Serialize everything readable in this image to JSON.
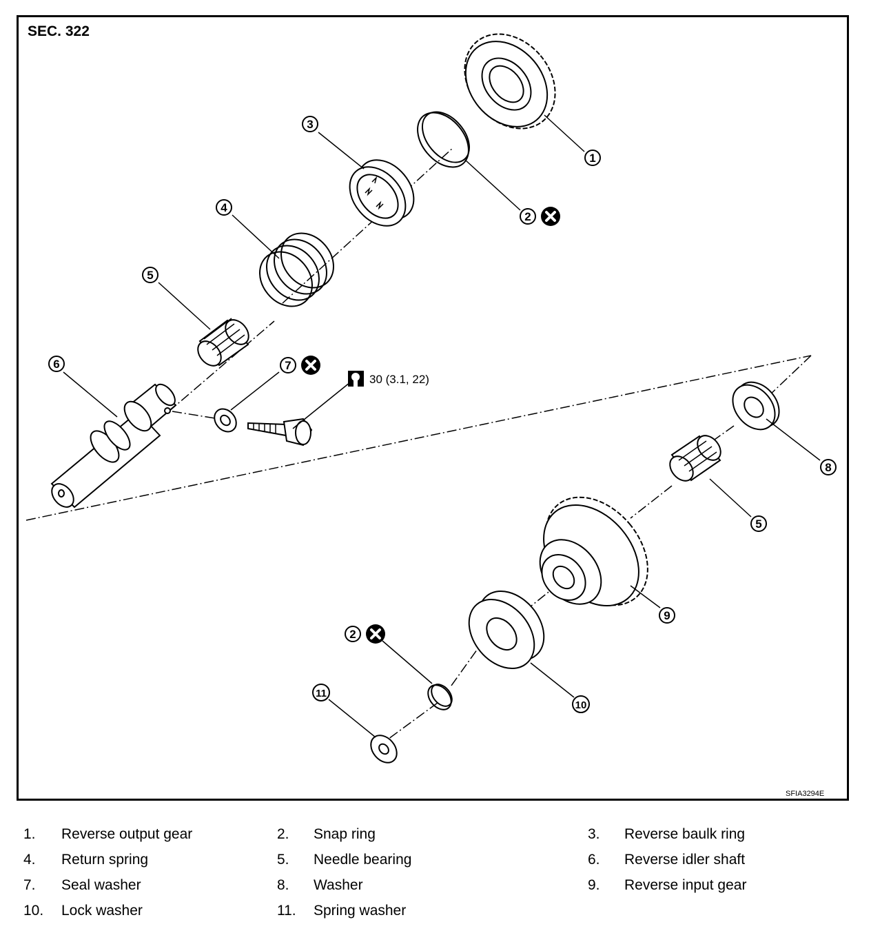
{
  "section": "SEC. 322",
  "figure_code": "SFIA3294E",
  "torque": "30 (3.1, 22)",
  "legend": [
    {
      "num": "1.",
      "name": "Reverse output gear"
    },
    {
      "num": "2.",
      "name": "Snap ring"
    },
    {
      "num": "3.",
      "name": "Reverse baulk ring"
    },
    {
      "num": "4.",
      "name": "Return spring"
    },
    {
      "num": "5.",
      "name": "Needle bearing"
    },
    {
      "num": "6.",
      "name": "Reverse idler shaft"
    },
    {
      "num": "7.",
      "name": "Seal washer"
    },
    {
      "num": "8.",
      "name": "Washer"
    },
    {
      "num": "9.",
      "name": "Reverse input gear"
    },
    {
      "num": "10.",
      "name": "Lock washer"
    },
    {
      "num": "11.",
      "name": "Spring washer"
    }
  ],
  "callouts": [
    "1",
    "2",
    "3",
    "4",
    "5",
    "6",
    "7",
    "8",
    "5",
    "9",
    "2",
    "10",
    "11"
  ],
  "icons": {
    "non_reusable": "circled-x-icon",
    "torque": "torque-wrench-icon"
  }
}
